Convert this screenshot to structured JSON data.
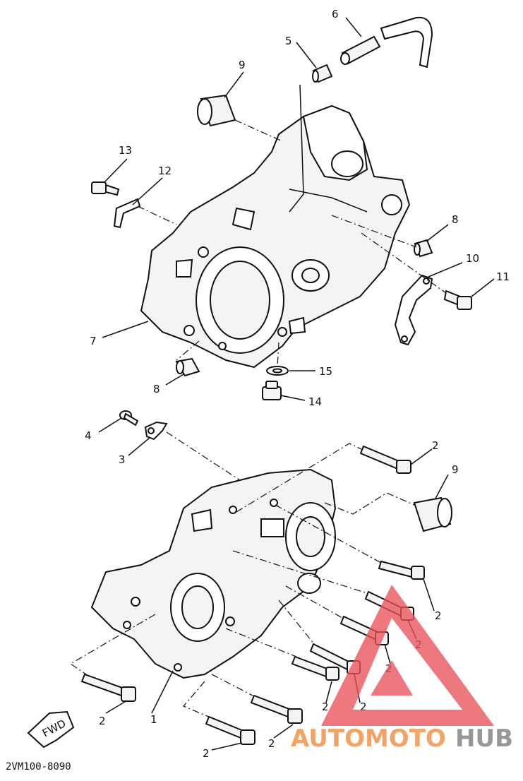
{
  "callouts": {
    "p1": "1",
    "p2": "2",
    "p3": "3",
    "p4": "4",
    "p5": "5",
    "p6": "6",
    "p7": "7",
    "p8": "8",
    "p9": "9",
    "p10": "10",
    "p11": "11",
    "p12": "12",
    "p13": "13",
    "p14": "14",
    "p15": "15"
  },
  "fwd_label": "FWD",
  "diagram_code": "2VM100-8090",
  "watermark": {
    "part_a": "AUTOMOTO",
    "part_b": "HUB",
    "color_a": "#f08a3a",
    "color_b": "#7a7a7a",
    "logo_color": "#e8525a"
  }
}
